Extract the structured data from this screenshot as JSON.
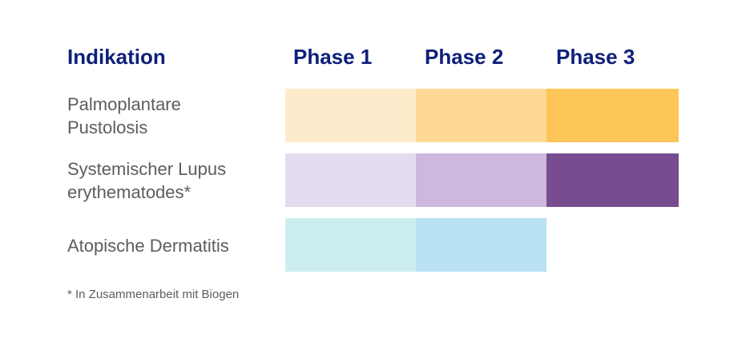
{
  "headers": {
    "indication": "Indikation",
    "phases": [
      "Phase 1",
      "Phase 2",
      "Phase 3"
    ]
  },
  "rows": [
    {
      "label_lines": [
        "Palmoplantare",
        "Pustolosis"
      ],
      "phase_reached": 3,
      "colors": [
        "#fdeccc",
        "#fed996",
        "#fec658"
      ]
    },
    {
      "label_lines": [
        "Systemischer Lupus",
        "erythematodes*"
      ],
      "phase_reached": 3,
      "colors": [
        "#e3dbee",
        "#cdb9dd",
        "#784d8f"
      ]
    },
    {
      "label_lines": [
        "Atopische Dermatitis"
      ],
      "phase_reached": 2,
      "colors": [
        "#cdeef0",
        "#b8e1f3"
      ]
    }
  ],
  "footnote": "* In Zusammenarbeit mit Biogen"
}
